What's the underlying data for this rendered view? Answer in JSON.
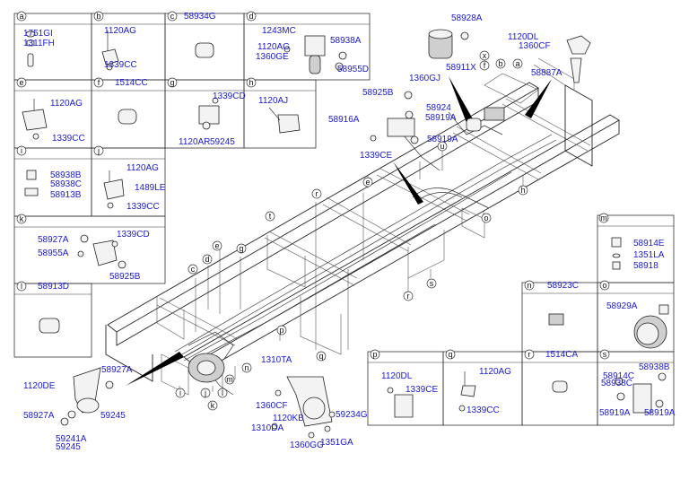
{
  "panels": [
    {
      "letter": "a",
      "parts": [
        "1751GI",
        "1311FH"
      ]
    },
    {
      "letter": "b",
      "parts": [
        "1120AG",
        "1339CC"
      ]
    },
    {
      "letter": "c",
      "parts": [
        "58934G"
      ]
    },
    {
      "letter": "d",
      "parts": [
        "1243MC",
        "58938A",
        "1120AG",
        "1360GE",
        "58955D"
      ]
    },
    {
      "letter": "e",
      "parts": [
        "1120AG",
        "1339CC"
      ]
    },
    {
      "letter": "f",
      "parts": [
        "1514CC"
      ]
    },
    {
      "letter": "g",
      "parts": [
        "1339CD",
        "1120AR",
        "59245"
      ]
    },
    {
      "letter": "h",
      "parts": [
        "1120AJ"
      ]
    },
    {
      "letter": "i",
      "parts": [
        "58938B",
        "58938C",
        "58913B"
      ]
    },
    {
      "letter": "j",
      "parts": [
        "1120AG",
        "1489LE",
        "1339CC"
      ]
    },
    {
      "letter": "k",
      "parts": [
        "58927A",
        "1339CD",
        "58955A",
        "58925B"
      ]
    },
    {
      "letter": "l",
      "parts": [
        "58913D"
      ]
    },
    {
      "letter": "m",
      "parts": [
        "58914E",
        "1351LA",
        "58918"
      ]
    },
    {
      "letter": "n",
      "parts": [
        "58923C"
      ]
    },
    {
      "letter": "o",
      "parts": [
        "58929A"
      ]
    },
    {
      "letter": "p",
      "parts": [
        "1120DL",
        "1339CE"
      ]
    },
    {
      "letter": "q",
      "parts": [
        "1120AG",
        "1339CC"
      ]
    },
    {
      "letter": "r",
      "parts": [
        "1514CA"
      ]
    },
    {
      "letter": "s",
      "parts": [
        "58938B",
        "58914C",
        "58938C",
        "58919A",
        "58919A"
      ]
    }
  ],
  "main_labels": [
    "58928A",
    "1120DL",
    "1360CF",
    "58887A",
    "1360GJ",
    "58911X",
    "58925B",
    "58924",
    "58916A",
    "58919A",
    "58919A",
    "1339CE",
    "58927A",
    "1120DE",
    "58927A",
    "59245",
    "59241A",
    "59245",
    "1310TA",
    "1360CF",
    "1120KB",
    "1310DA",
    "1360GG",
    "1351GA",
    "59234G"
  ],
  "callouts": [
    "a",
    "b",
    "c",
    "d",
    "e",
    "f",
    "g",
    "h",
    "i",
    "j",
    "k",
    "l",
    "m",
    "n",
    "o",
    "p",
    "q",
    "r",
    "s",
    "t",
    "u",
    "x"
  ]
}
